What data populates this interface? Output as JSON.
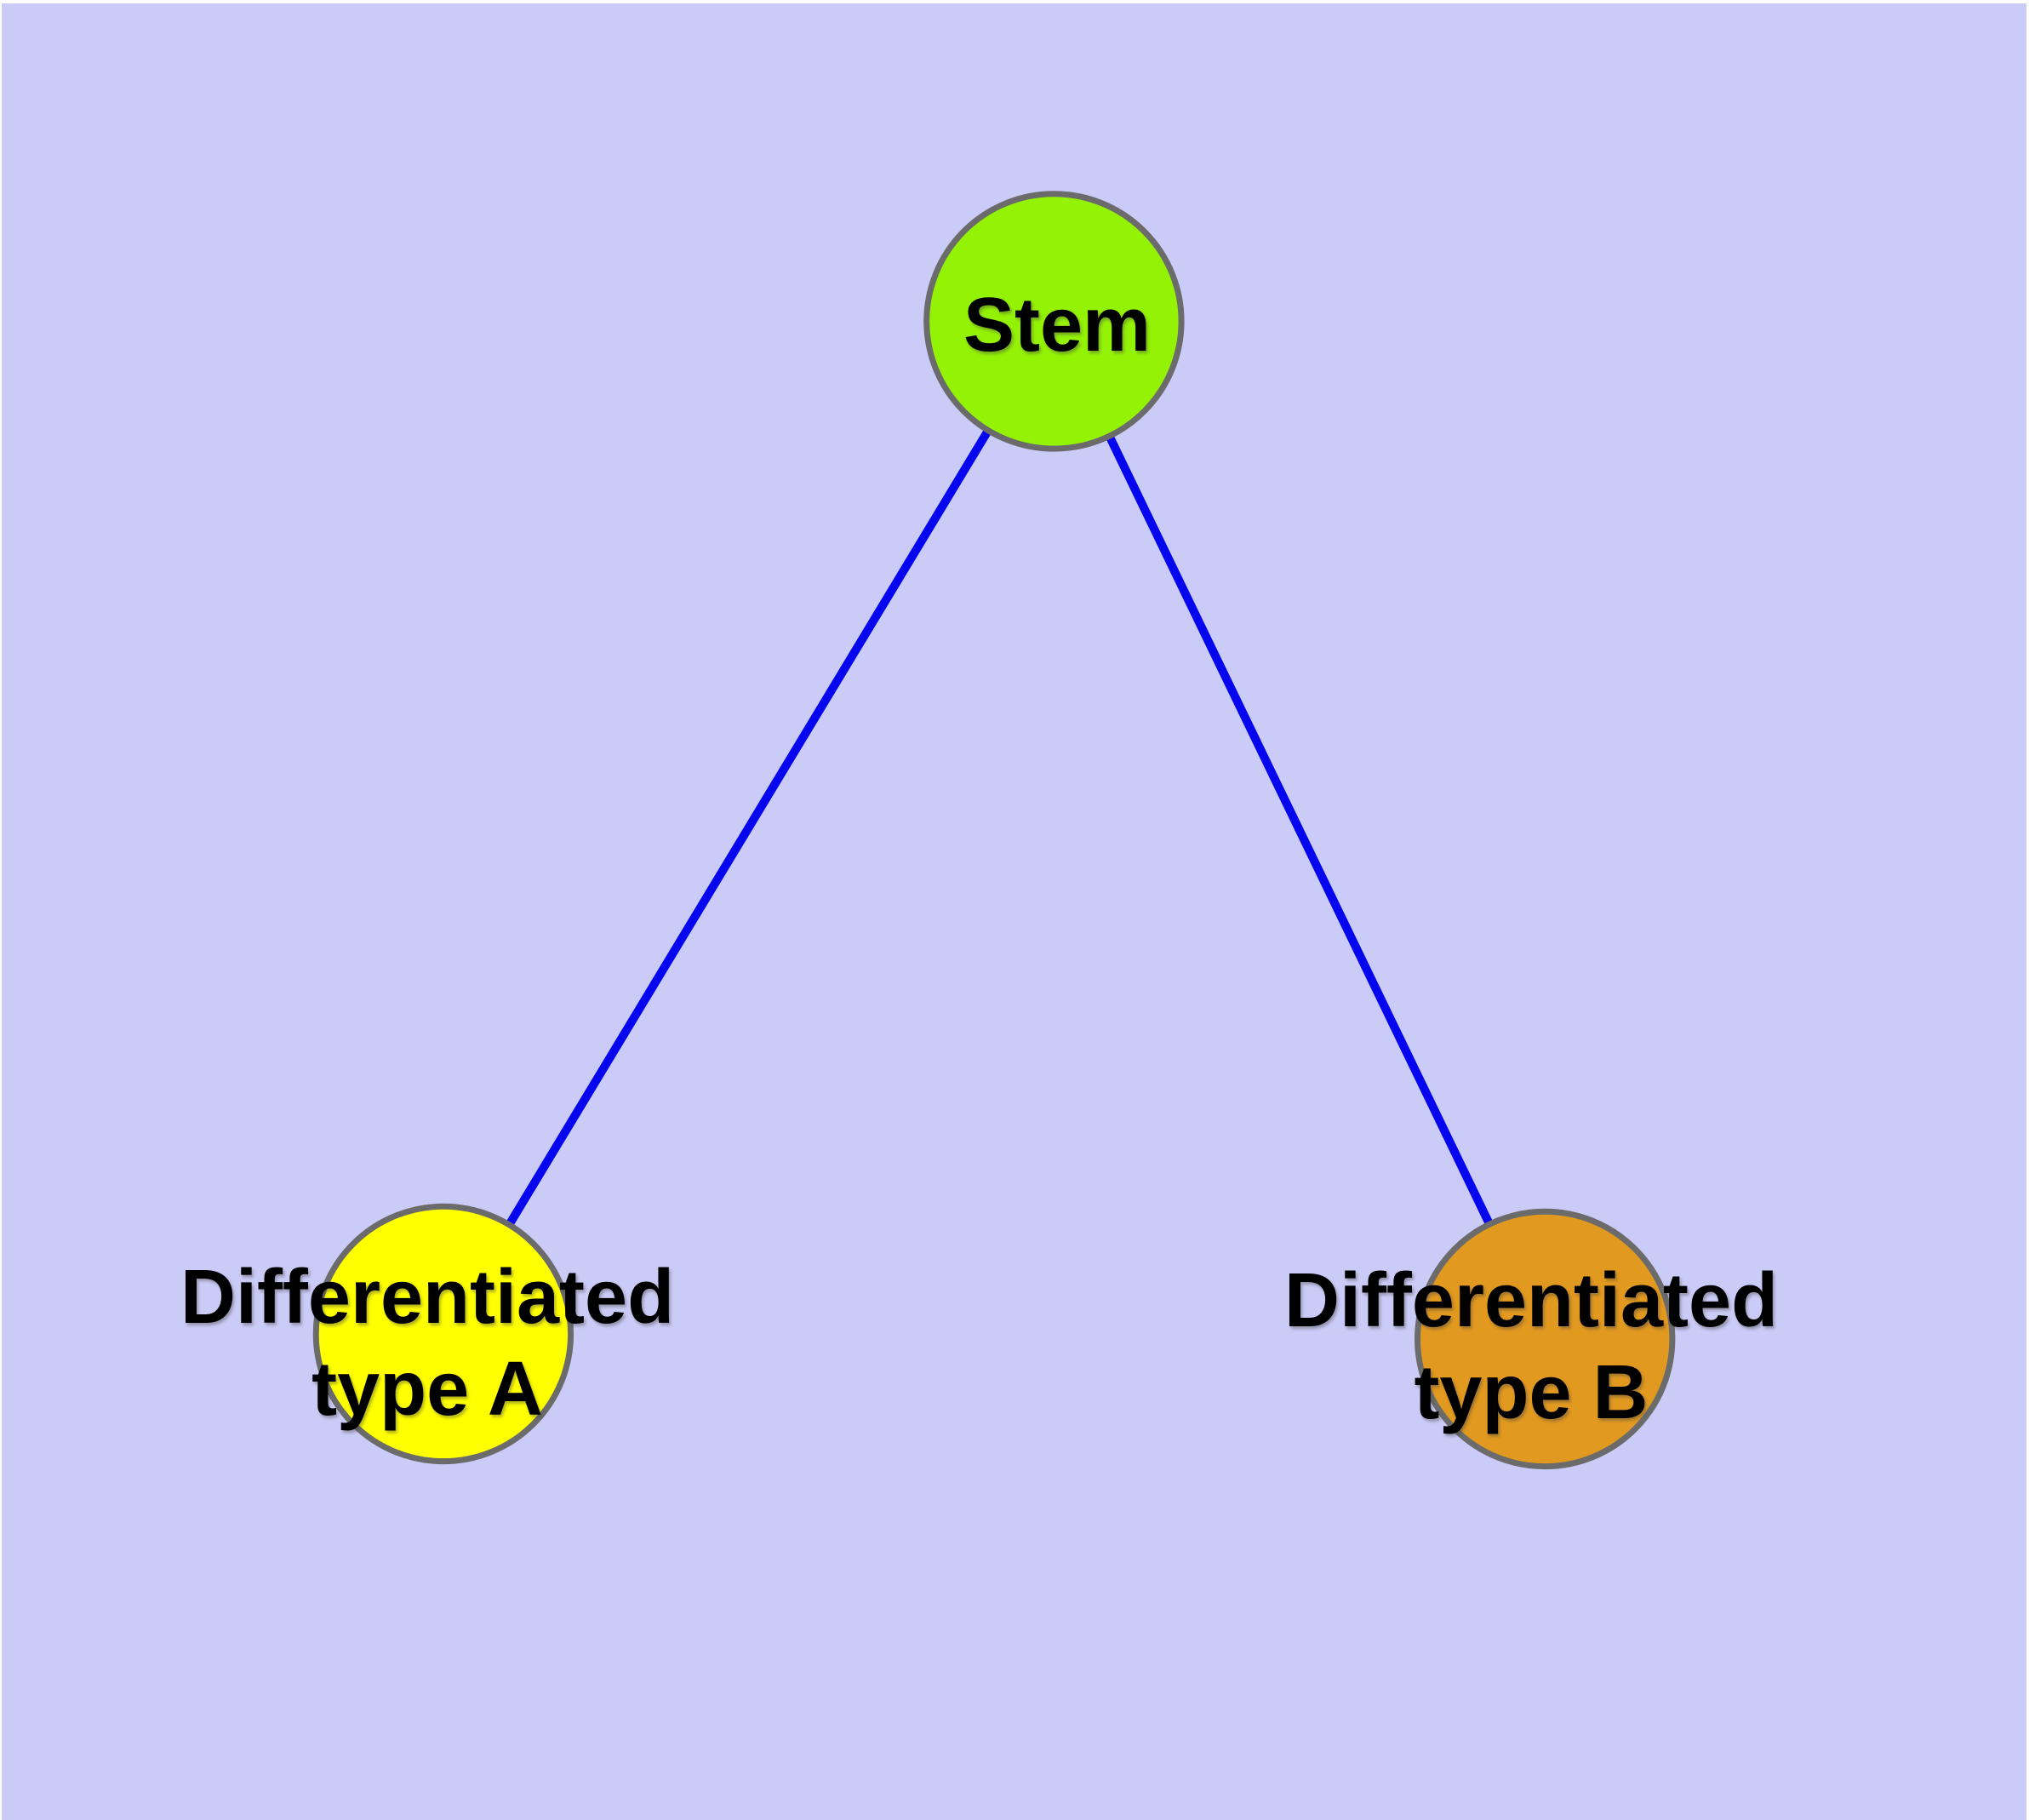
{
  "figure": {
    "background_color": "#CBCBF7",
    "frame_color": "#FFFFFF",
    "node_border_color": "#6B6B6B",
    "label_color": "#000000"
  },
  "nodes": {
    "stem": {
      "label": "Stem",
      "fill": "#94F205"
    },
    "typeA": {
      "label_line1": "Differentiated",
      "label_line2": "type A",
      "fill": "#FFFF00"
    },
    "typeB": {
      "label_line1": "Differentiated",
      "label_line2": "type B",
      "fill": "#E2991F"
    }
  },
  "edges": [
    {
      "from": "Stem",
      "to": "Differentiated type A",
      "color": "#0606EE"
    },
    {
      "from": "Stem",
      "to": "Differentiated type B",
      "color": "#0606EE"
    }
  ]
}
